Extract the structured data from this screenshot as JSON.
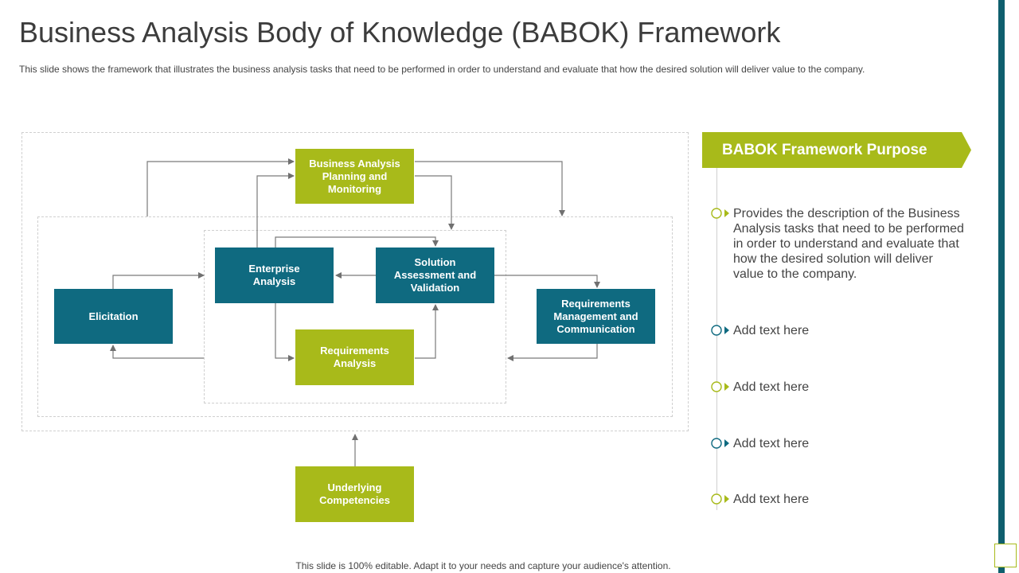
{
  "header": {
    "title": "Business Analysis Body of Knowledge (BABOK) Framework",
    "subtitle": "This slide shows the framework  that illustrates the business analysis tasks that need to be performed  in order to understand  and evaluate  that how the desired solution will deliver  value  to the company."
  },
  "diagram": {
    "planning": "Business Analysis Planning and Monitoring",
    "enterprise": "Enterprise Analysis",
    "solution": "Solution Assessment  and Validation",
    "elicitation": "Elicitation",
    "requirements_mgmt": "Requirements Management and Communication",
    "requirements_analysis": "Requirements Analysis",
    "competencies": "Underlying Competencies"
  },
  "purpose": {
    "heading": "BABOK Framework Purpose",
    "items": [
      {
        "text": "Provides the description of the Business Analysis tasks that need to be performed in order to understand  and evaluate that how the desired solution will deliver value to the company.",
        "color": "#a8ba1a"
      },
      {
        "text": "Add text here",
        "color": "#0f6a80"
      },
      {
        "text": "Add text here",
        "color": "#a8ba1a"
      },
      {
        "text": "Add text here",
        "color": "#0f6a80"
      },
      {
        "text": "Add text here",
        "color": "#a8ba1a"
      }
    ]
  },
  "footer": "This slide is 100% editable. Adapt it to your needs and capture your audience's attention.",
  "colors": {
    "green": "#a8ba1a",
    "teal": "#0f6a80",
    "bar": "#0f5f6e"
  }
}
